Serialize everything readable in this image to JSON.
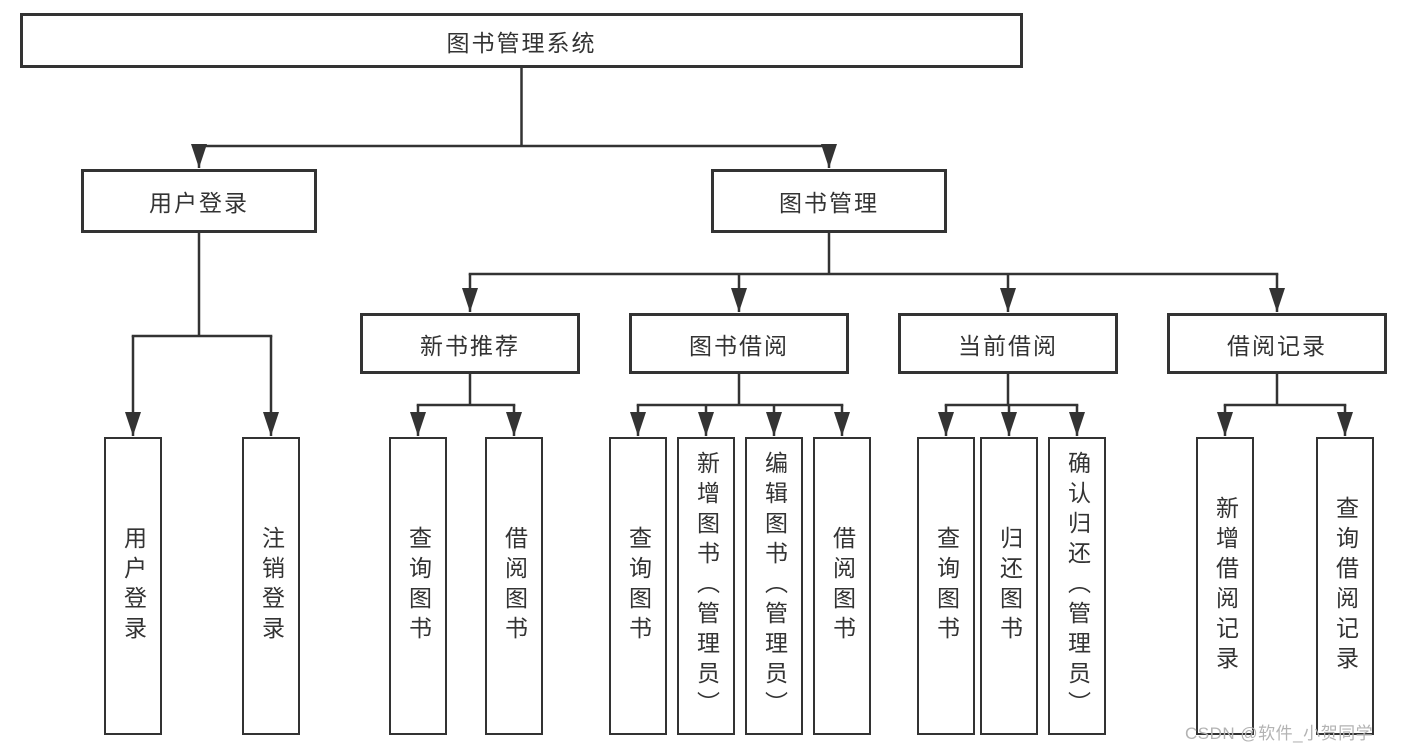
{
  "title": "图书管理系统",
  "tree": {
    "root": "图书管理系统",
    "children": [
      {
        "label": "用户登录",
        "children": [
          "用户登录",
          "注销登录"
        ]
      },
      {
        "label": "图书管理",
        "children": [
          {
            "label": "新书推荐",
            "children": [
              "查询图书",
              "借阅图书"
            ]
          },
          {
            "label": "图书借阅",
            "children": [
              "查询图书",
              "新增图书（管理员）",
              "编辑图书（管理员）",
              "借阅图书"
            ]
          },
          {
            "label": "当前借阅",
            "children": [
              "查询图书",
              "归还图书",
              "确认归还（管理员）"
            ]
          },
          {
            "label": "借阅记录",
            "children": [
              "新增借阅记录",
              "查询借阅记录"
            ]
          }
        ]
      }
    ]
  },
  "watermark": "CSDN @软件_小贺同学",
  "colors": {
    "line": "#333333",
    "text": "#333333",
    "box_background": "#ffffff",
    "watermark": "#b3b3b3"
  }
}
